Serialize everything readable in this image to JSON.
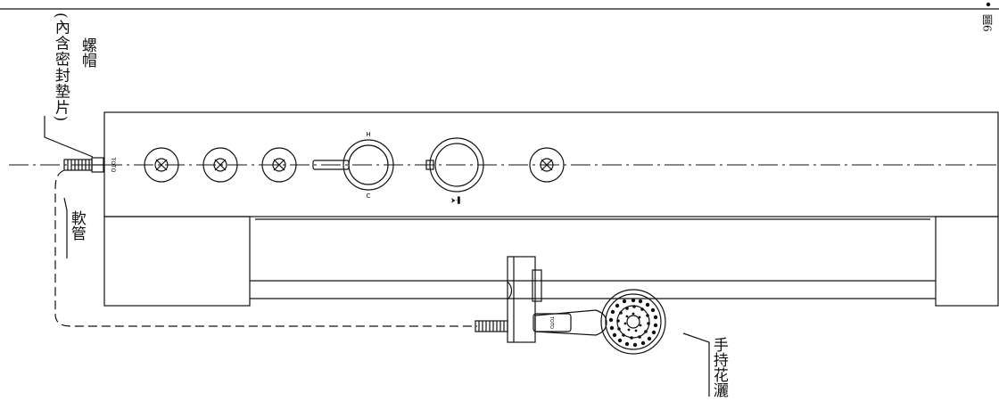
{
  "labels": {
    "nut": "螺帽",
    "gasket": "(內含密封墊片)",
    "hose": "軟管",
    "hand_shower": "手持花灑",
    "figure": "圖6"
  },
  "panel": {
    "brand": "TOTO",
    "hot_mark": "H",
    "cold_mark": "C",
    "diverter_mark": "⮞·▌"
  },
  "shower": {
    "brand": "TOTO"
  }
}
